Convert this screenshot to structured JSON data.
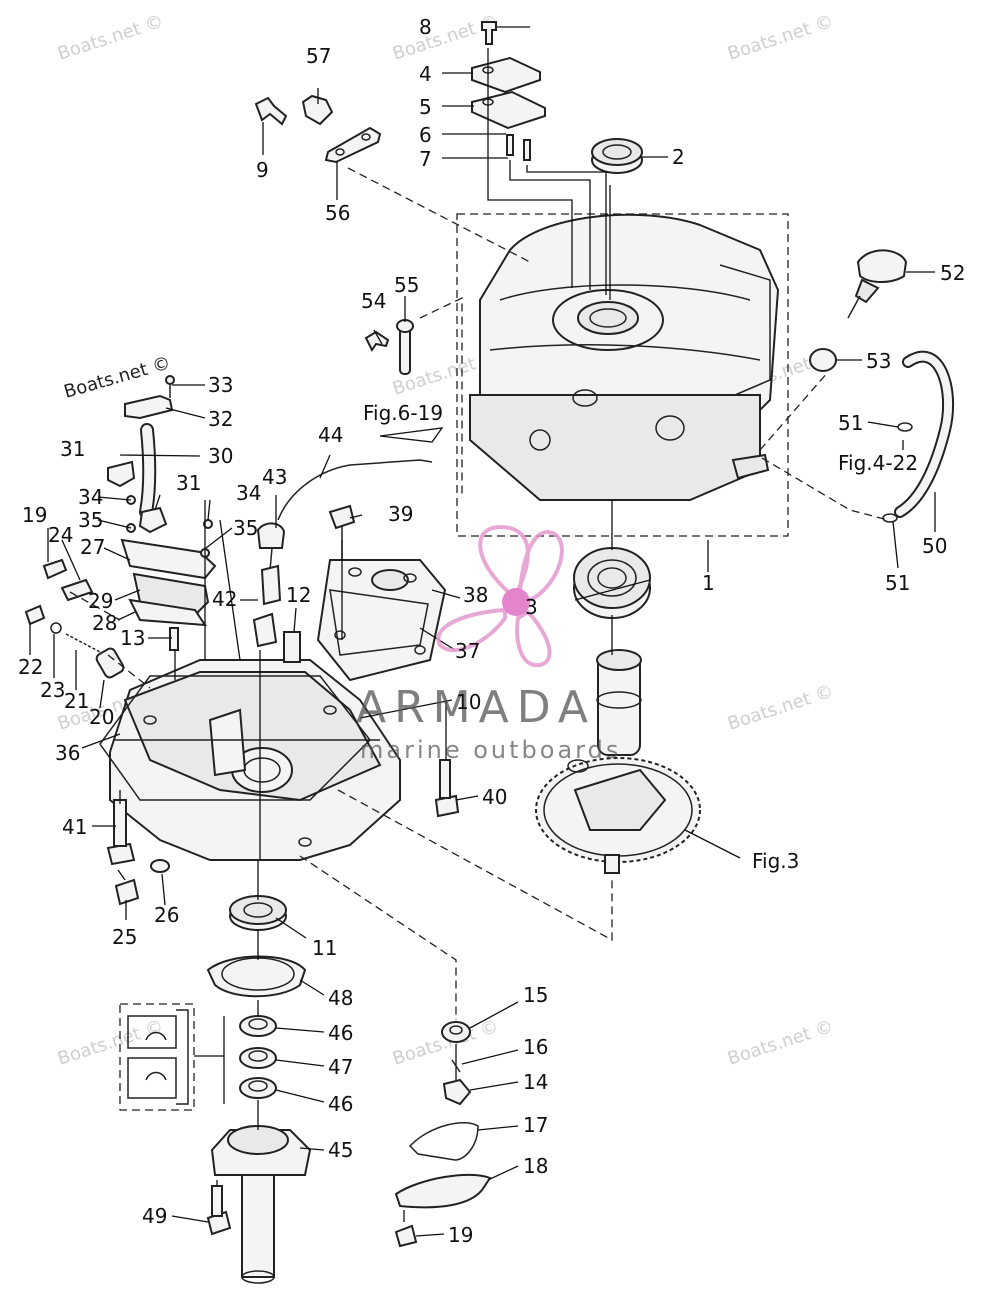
{
  "watermark": "Boats.net ©",
  "brand": {
    "name": "ARMADA",
    "tagline": "marine outboards",
    "color": "#e59ad0"
  },
  "refs": {
    "fig6_19": "Fig.6-19",
    "fig4_22": "Fig.4-22",
    "fig3": "Fig.3"
  },
  "callouts": {
    "c1": "1",
    "c2": "2",
    "c3": "3",
    "c4": "4",
    "c5": "5",
    "c6": "6",
    "c7": "7",
    "c8": "8",
    "c9": "9",
    "c10": "10",
    "c11": "11",
    "c12": "12",
    "c13": "13",
    "c14": "14",
    "c15": "15",
    "c16": "16",
    "c17": "17",
    "c18": "18",
    "c19a": "19",
    "c19b": "19",
    "c20": "20",
    "c21": "21",
    "c22": "22",
    "c23": "23",
    "c24": "24",
    "c25": "25",
    "c26": "26",
    "c27": "27",
    "c28": "28",
    "c29": "29",
    "c30": "30",
    "c31a": "31",
    "c31b": "31",
    "c32": "32",
    "c33": "33",
    "c34a": "34",
    "c34b": "34",
    "c35a": "35",
    "c35b": "35",
    "c36": "36",
    "c37": "37",
    "c38": "38",
    "c39": "39",
    "c40": "40",
    "c41": "41",
    "c42": "42",
    "c43": "43",
    "c44": "44",
    "c45": "45",
    "c46a": "46",
    "c46b": "46",
    "c47": "47",
    "c48": "48",
    "c49": "49",
    "c50": "50",
    "c51a": "51",
    "c51b": "51",
    "c52": "52",
    "c53": "53",
    "c54": "54",
    "c55": "55",
    "c56": "56",
    "c57": "57"
  }
}
